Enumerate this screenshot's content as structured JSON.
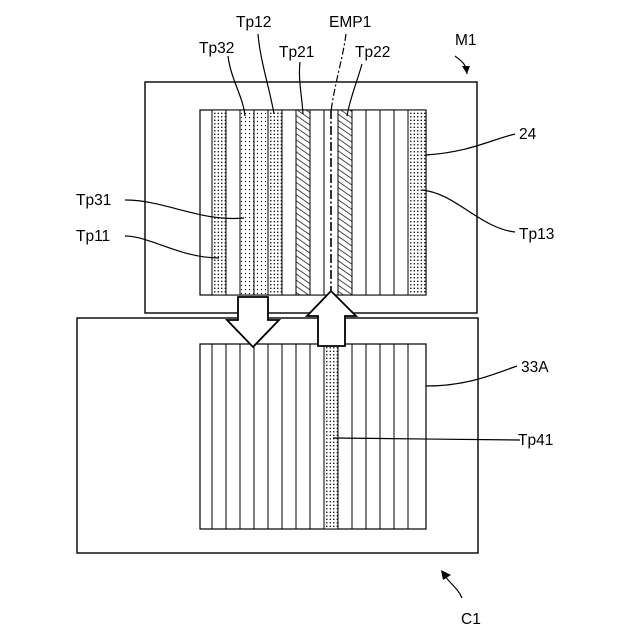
{
  "labels": {
    "tp12": "Tp12",
    "emp1": "EMP1",
    "m1": "M1",
    "tp32": "Tp32",
    "tp21": "Tp21",
    "tp22": "Tp22",
    "ref24": "24",
    "tp31": "Tp31",
    "tp11": "Tp11",
    "tp13": "Tp13",
    "ref33a": "33A",
    "tp41": "Tp41",
    "c1": "C1"
  }
}
